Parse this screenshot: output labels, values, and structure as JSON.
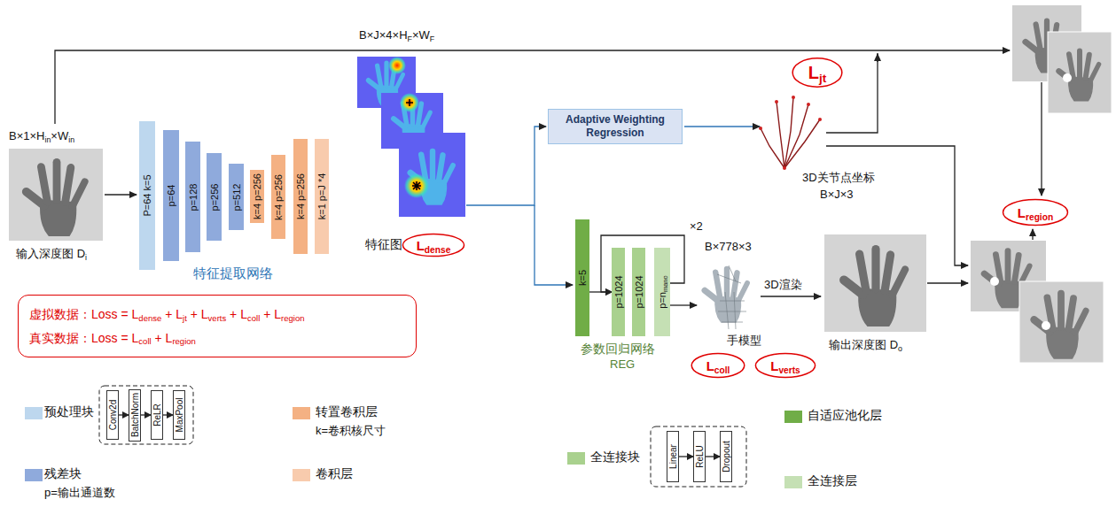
{
  "diagram": {
    "nodes": [
      {
        "text": [
          "P=64 k=5"
        ]
      },
      {
        "text": [
          "p=64"
        ]
      },
      {
        "text": [
          "p=128"
        ]
      },
      {
        "text": [
          "p=256"
        ]
      },
      {
        "text": [
          "p=512"
        ]
      },
      {
        "text": [
          "k=4 p=256"
        ]
      },
      {
        "text": [
          "k=4 p=256"
        ]
      },
      {
        "text": [
          "k=4 p=256"
        ]
      },
      {
        "text": [
          "k=1 p=J *4"
        ]
      },
      {
        "text": [
          "Ldense"
        ]
      },
      {
        "text": [
          "Adaptive Weighting Regression"
        ]
      },
      {
        "text": [
          "Ljt"
        ]
      },
      {
        "text": [
          "k=5"
        ]
      },
      {
        "text": [
          "p=1024"
        ]
      },
      {
        "text": [
          "p=1024"
        ]
      },
      {
        "text": [
          "p=nmano"
        ]
      },
      {
        "text": [
          "Lcoll"
        ]
      },
      {
        "text": [
          "Lverts"
        ]
      },
      {
        "text": [
          "Lregion"
        ]
      },
      {
        "text": [
          "虚拟数据：Loss = Ldense + Ljt + Lverts + Lcoll + Lregion",
          "真实数据：Loss = Lcoll + Lregion"
        ]
      },
      {
        "text": [
          "Conv2d"
        ]
      },
      {
        "text": [
          "BatchNorm"
        ]
      },
      {
        "text": [
          "ReLR"
        ]
      },
      {
        "text": [
          "MaxPool"
        ]
      },
      {
        "text": [
          "Linear"
        ]
      },
      {
        "text": [
          "ReLU"
        ]
      },
      {
        "text": [
          "Dropout"
        ]
      }
    ],
    "edges": [
      {
        "from": 12,
        "to": 13,
        "arrow": "to"
      },
      {
        "from": 15,
        "to": 13,
        "arrow": "to",
        "label": "×2"
      },
      {
        "from": 20,
        "to": 21,
        "arrow": "to"
      },
      {
        "from": 21,
        "to": 22,
        "arrow": "to"
      },
      {
        "from": 22,
        "to": 23,
        "arrow": "to"
      },
      {
        "from": 24,
        "to": 25,
        "arrow": "to"
      },
      {
        "from": 25,
        "to": 26,
        "arrow": "to"
      }
    ],
    "labels": [
      "B×1×Hin×Win",
      "输入深度图 Di",
      "特征提取网络",
      "B×J×4×HF×WF",
      "特征图",
      "3D关节点坐标",
      "B×J×3",
      "参数回归网络",
      "REG",
      "B×778×3",
      "手模型",
      "3D渲染",
      "输出深度图 Do",
      "p=输出通道数",
      "k=卷积核尺寸"
    ],
    "legend": [
      {
        "text": "预处理块",
        "color": "#bdd7ee"
      },
      {
        "text": "残差块",
        "color": "#8faadc"
      },
      {
        "text": "转置卷积层",
        "color": "#f4b183"
      },
      {
        "text": "卷积层",
        "color": "#f8cbad"
      },
      {
        "text": "全连接块",
        "color": "#a9d18e"
      },
      {
        "text": "自适应池化层",
        "color": "#70ad47"
      },
      {
        "text": "全连接层",
        "color": "#c5e0b4"
      }
    ]
  }
}
